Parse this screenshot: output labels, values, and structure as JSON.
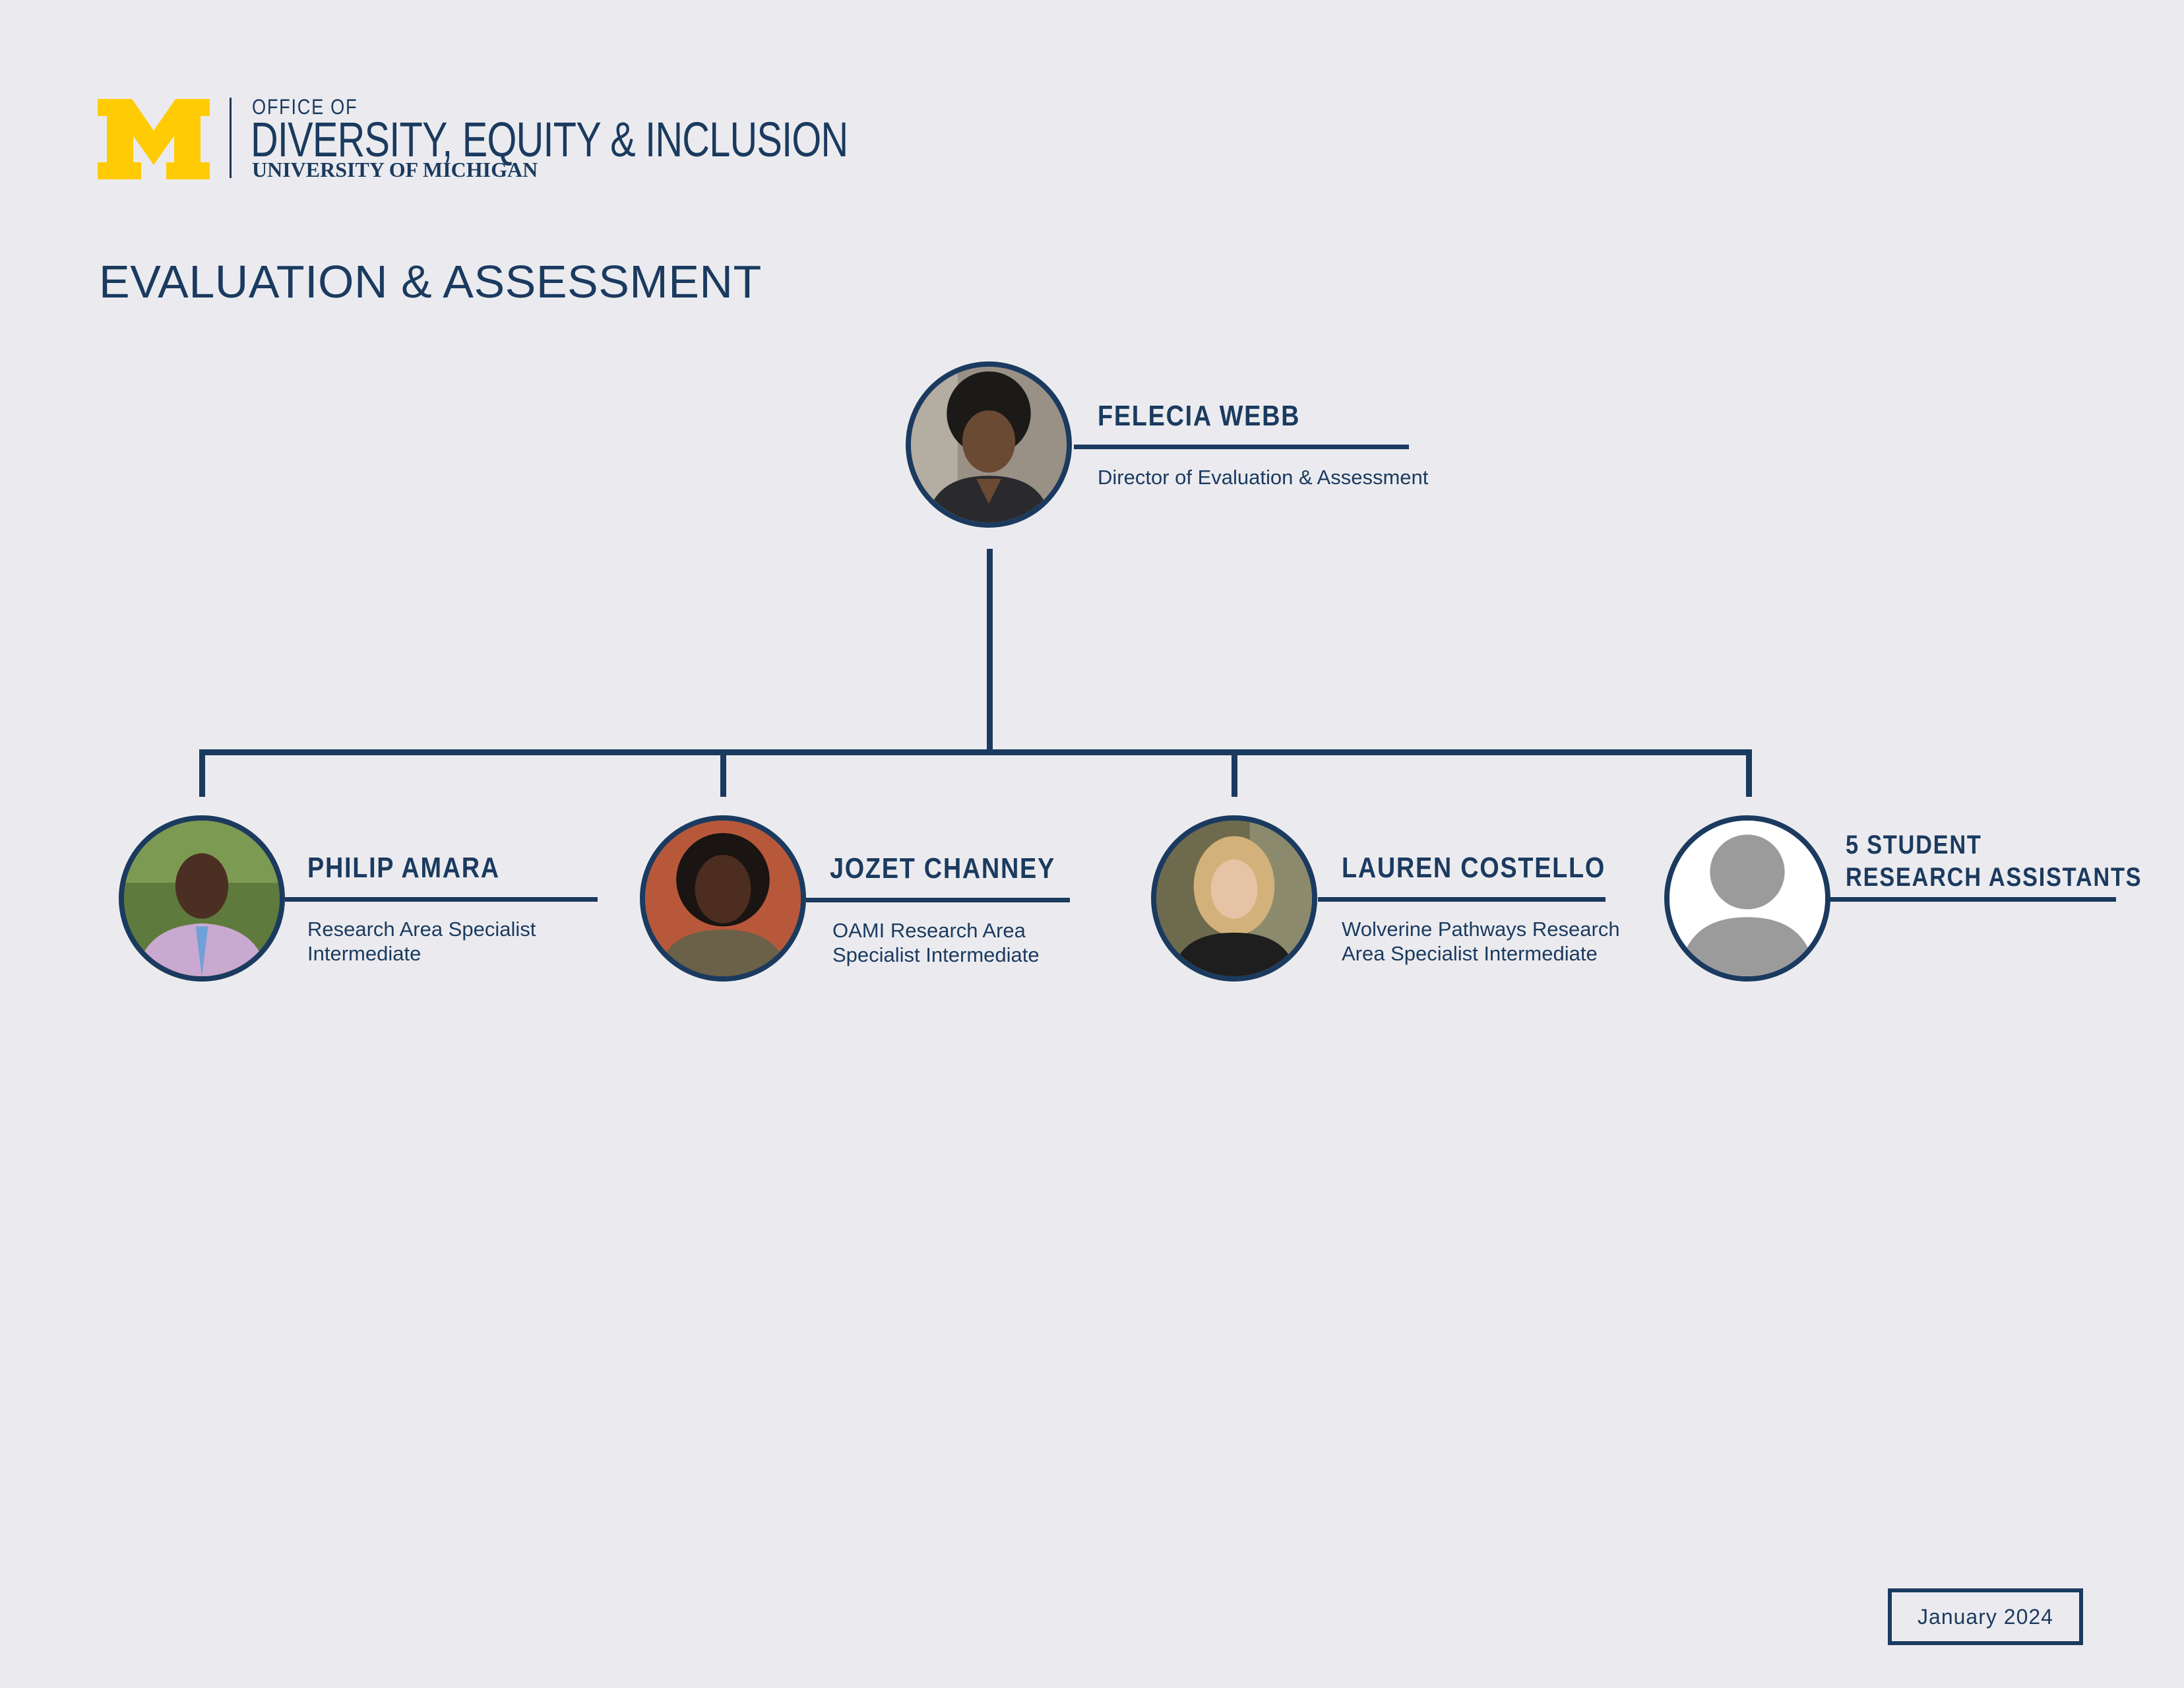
{
  "logo": {
    "office_of": "OFFICE OF",
    "unit": "DIVERSITY, EQUITY & INCLUSION",
    "university": "UNIVERSITY OF MICHIGAN",
    "brand_color": "#ffcb05"
  },
  "page_title": "EVALUATION & ASSESSMENT",
  "director": {
    "name": "FELECIA WEBB",
    "role": "Director of Evaluation & Assessment"
  },
  "staff": [
    {
      "name": "PHILIP AMARA",
      "role_line1": "Research Area Specialist",
      "role_line2": "Intermediate"
    },
    {
      "name": "JOZET CHANNEY",
      "role_line1": "OAMI Research Area",
      "role_line2": "Specialist Intermediate"
    },
    {
      "name": "LAUREN COSTELLO",
      "role_line1": "Wolverine Pathways Research",
      "role_line2": "Area Specialist Intermediate"
    },
    {
      "name_line1": "5 STUDENT",
      "name_line2": "RESEARCH ASSISTANTS"
    }
  ],
  "date": "January 2024",
  "colors": {
    "navy": "#1b3a5f",
    "background": "#ebebef",
    "placeholder_gray": "#9b9b9b"
  }
}
